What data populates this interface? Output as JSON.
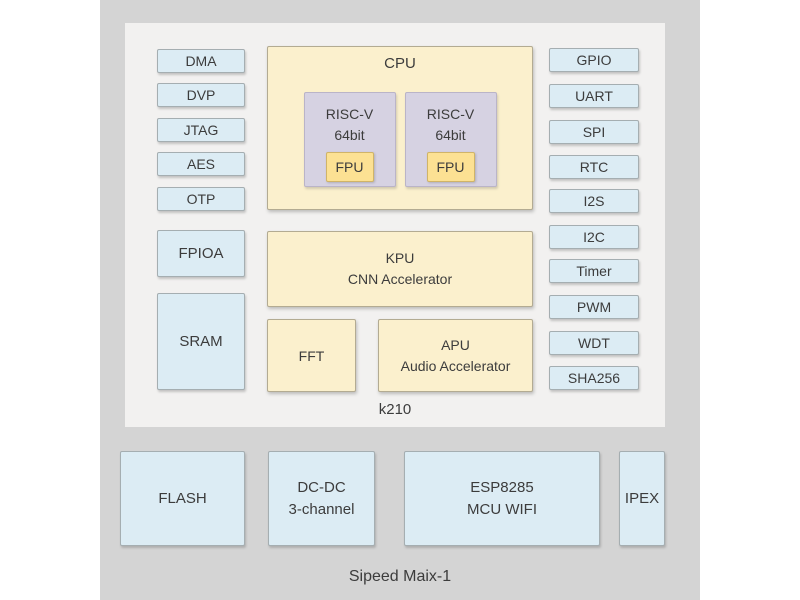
{
  "palette": {
    "board_bg": "#d4d4d4",
    "chip_bg": "#f2f1f0",
    "io_block_fill": "#dcecf4",
    "io_block_border": "#a5aeb1",
    "compute_block_fill": "#fbf0cd",
    "compute_block_border": "#b3ab92",
    "core_fill": "#d6d2e2",
    "core_border": "#bab4c8",
    "fpu_fill": "#fce193",
    "fpu_border": "#d0b468",
    "text": "#3c3c3c"
  },
  "chip": {
    "label": "k210",
    "left_column": [
      "DMA",
      "DVP",
      "JTAG",
      "AES",
      "OTP"
    ],
    "fpioa": "FPIOA",
    "sram": "SRAM",
    "cpu": {
      "label": "CPU",
      "cores": [
        {
          "name": "RISC-V\n64bit",
          "fpu": "FPU"
        },
        {
          "name": "RISC-V\n64bit",
          "fpu": "FPU"
        }
      ]
    },
    "kpu": "KPU\nCNN Accelerator",
    "fft": "FFT",
    "apu": "APU\nAudio Accelerator",
    "right_column": [
      "GPIO",
      "UART",
      "SPI",
      "RTC",
      "I2S",
      "I2C",
      "Timer",
      "PWM",
      "WDT",
      "SHA256"
    ]
  },
  "board": {
    "label": "Sipeed Maix-1",
    "modules": [
      "FLASH",
      "DC-DC\n3-channel",
      "ESP8285\nMCU WIFI",
      "IPEX"
    ]
  }
}
